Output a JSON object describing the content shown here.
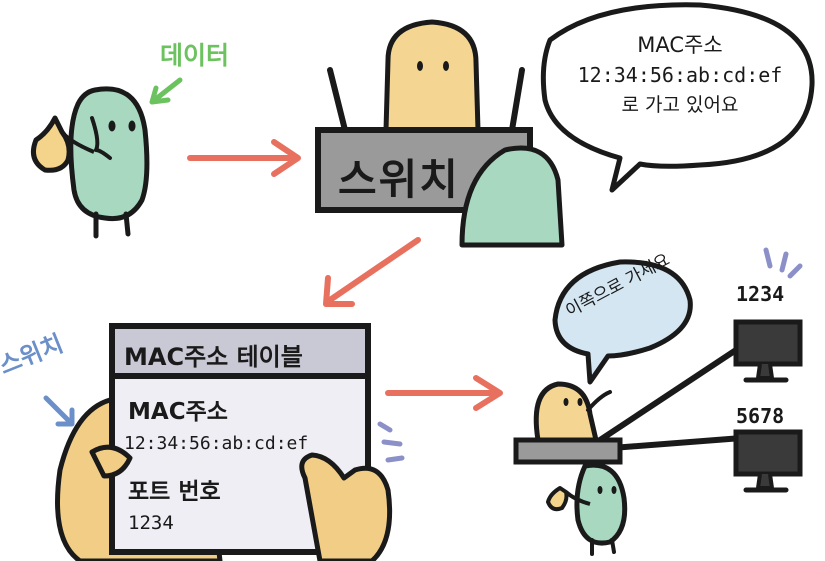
{
  "labels": {
    "data": "데이터",
    "switch_box": "스위치",
    "switch_side": "스위치"
  },
  "speech_top": {
    "line1": "MAC주소",
    "line2": "12:34:56:ab:cd:ef",
    "line3": "로 가고 있어요"
  },
  "table": {
    "title": "MAC주소 테이블",
    "mac_label": "MAC주소",
    "mac_value": "12:34:56:ab:cd:ef",
    "port_label": "포트 번호",
    "port_value": "1234"
  },
  "speech_bottom": "이쪽으로 가세요",
  "monitors": {
    "top_port": "1234",
    "bottom_port": "5678"
  },
  "colors": {
    "arrow": "#e8705e",
    "character": "#a8d8c0",
    "switch_person": "#f5d592",
    "switch_body": "#9a9a9a",
    "bubble_bottom": "#d4e6f2",
    "table_header": "#c9c9d6",
    "table_body": "#eeeef4",
    "label_green": "#6cc25e",
    "label_blue": "#6b90c9",
    "hand": "#f2cd85"
  }
}
